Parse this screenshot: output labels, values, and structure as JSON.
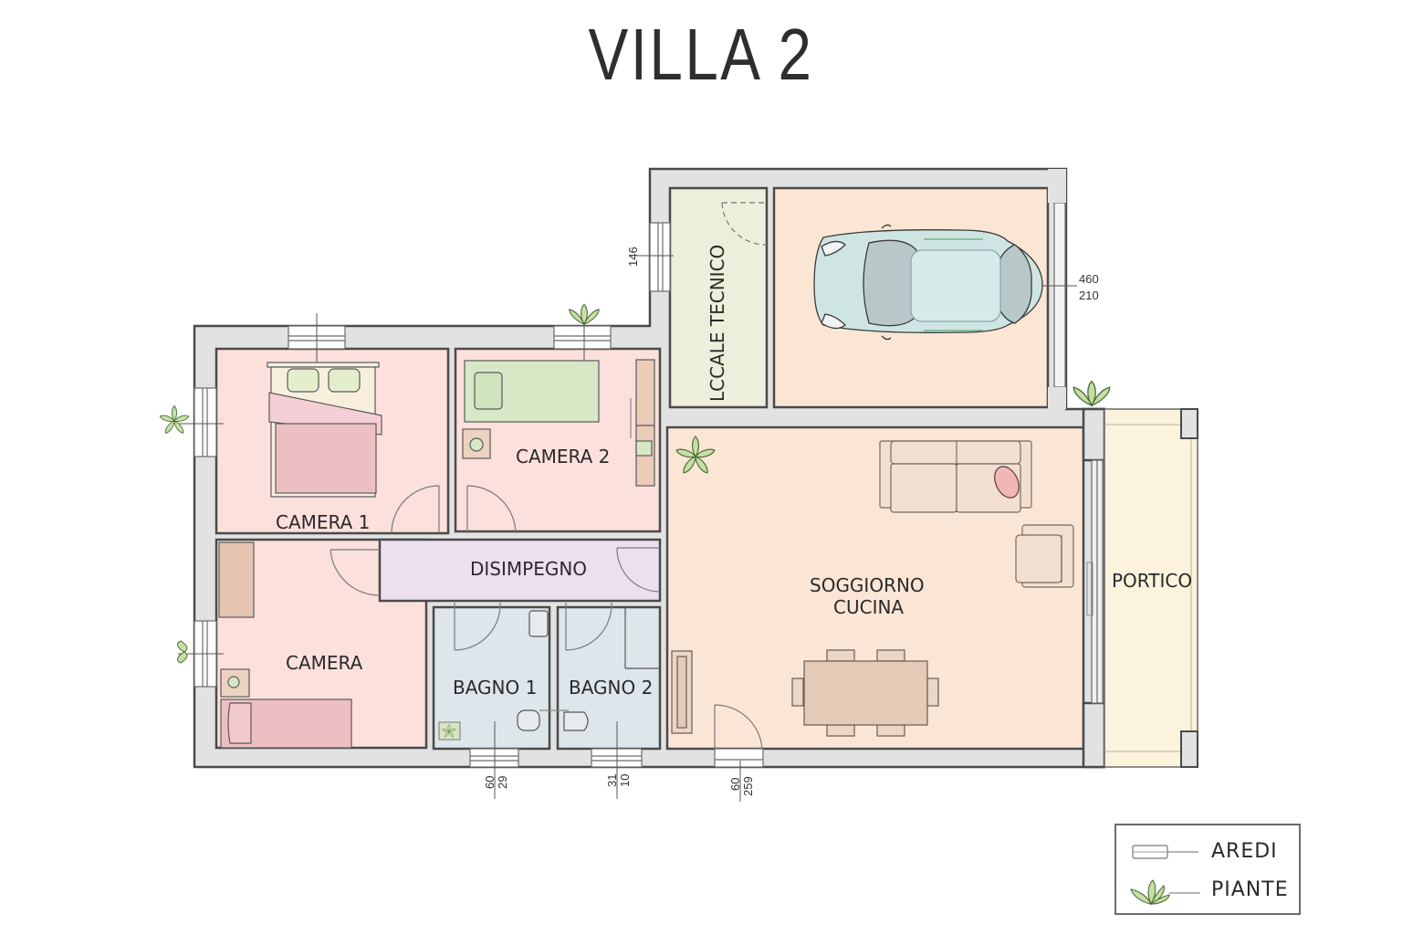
{
  "title": "VILLA 2",
  "rooms": {
    "locale_tecnico": {
      "label": "LCCALE TECNICO",
      "color": "#eeeedc"
    },
    "garage": {
      "label": "",
      "color": "#fbe6d4"
    },
    "camera1": {
      "label": "CAMERA 1",
      "color": "#fbe0dc"
    },
    "camera2": {
      "label": "CAMERA 2",
      "color": "#fbe0dc"
    },
    "camera": {
      "label": "CAMERA",
      "color": "#fbe0dc"
    },
    "disimpegno": {
      "label": "DISIMPEGNO",
      "color": "#ece0f0"
    },
    "bagno1": {
      "label": "BAGNO 1",
      "color": "#dde6ea"
    },
    "bagno2": {
      "label": "BAGNO 2",
      "color": "#dde6ea"
    },
    "soggiorno": {
      "label_line1": "SOGGIORNO",
      "label_line2": "CUCINA",
      "color": "#fbe6d6"
    },
    "portico": {
      "label": "PORTICO",
      "color": "#fbf3dc"
    }
  },
  "dimensions": {
    "tecnico_window": "146",
    "garage_top": "460",
    "garage_bottom": "210",
    "bagno1_top": "60",
    "bagno1_bottom": "29",
    "bagno2_top": "31",
    "bagno2_bottom": "10",
    "entry_top": "60",
    "entry_bottom": "259"
  },
  "legend": {
    "items": [
      {
        "label": "AREDI",
        "icon": "furniture-icon"
      },
      {
        "label": "PIANTE",
        "icon": "plant-icon"
      }
    ]
  },
  "colors": {
    "wall_fill": "#e2e2e2",
    "wall_stroke": "#4a4a4a",
    "plant_fill": "#c6e0a4",
    "plant_stroke": "#4f6b3a",
    "car_fill": "#cfe5e3",
    "car_glass": "#b8c8c8"
  }
}
